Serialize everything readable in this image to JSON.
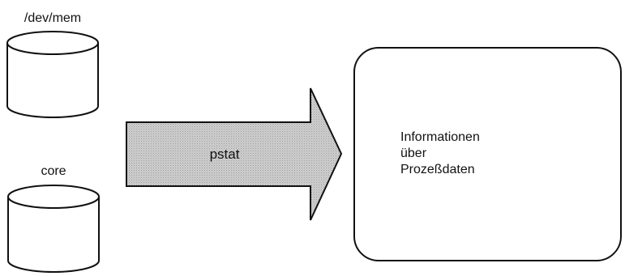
{
  "inputs": {
    "mem_label": "/dev/mem",
    "core_label": "core"
  },
  "command": {
    "label": "pstat"
  },
  "output": {
    "line1": "Informationen",
    "line2": "über",
    "line3": "Prozeßdaten"
  },
  "colors": {
    "ink": "#111111",
    "arrow_fill": "#c8c8c8",
    "background": "#ffffff"
  }
}
